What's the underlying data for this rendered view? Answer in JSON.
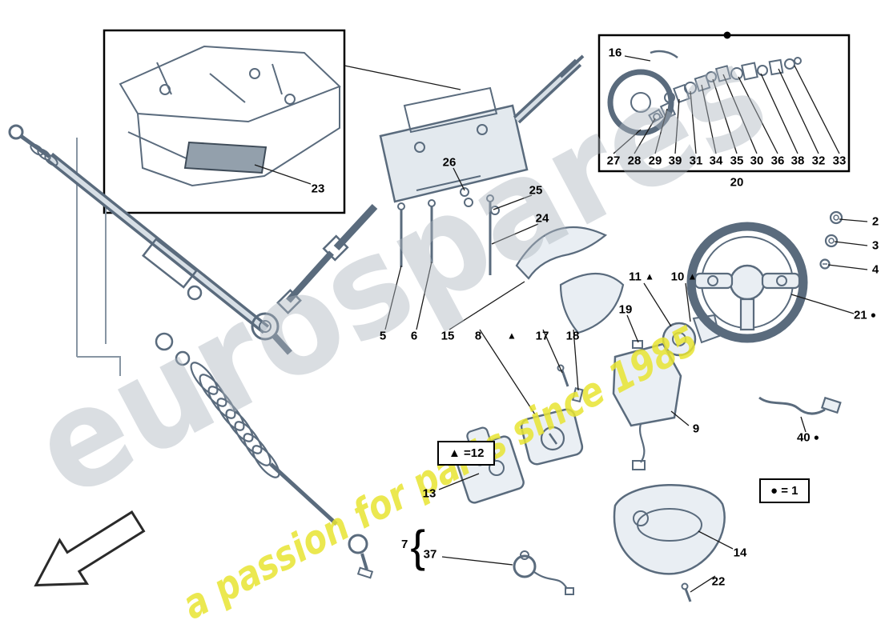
{
  "watermark": {
    "main": "eurospares",
    "tagline": "a passion for parts since 1985",
    "main_color": "#aeb6be",
    "accent_color": "#e8e431"
  },
  "legend": {
    "triangle": "▲ =12",
    "dot": "● = 1"
  },
  "markers": {
    "triangle": "▲",
    "dot": "●",
    "brace": "{"
  },
  "callouts": {
    "2": "2",
    "3": "3",
    "4": "4",
    "5": "5",
    "6": "6",
    "7": "7",
    "8": "8",
    "9": "9",
    "10": "10",
    "11": "11",
    "13": "13",
    "14": "14",
    "15": "15",
    "16": "16",
    "17": "17",
    "18": "18",
    "19": "19",
    "20": "20",
    "21": "21",
    "22": "22",
    "23": "23",
    "24": "24",
    "25": "25",
    "26": "26",
    "27": "27",
    "28": "28",
    "29": "29",
    "30": "30",
    "31": "31",
    "32": "32",
    "33": "33",
    "34": "34",
    "35": "35",
    "36": "36",
    "37": "37",
    "38": "38",
    "39": "39",
    "40": "40"
  }
}
